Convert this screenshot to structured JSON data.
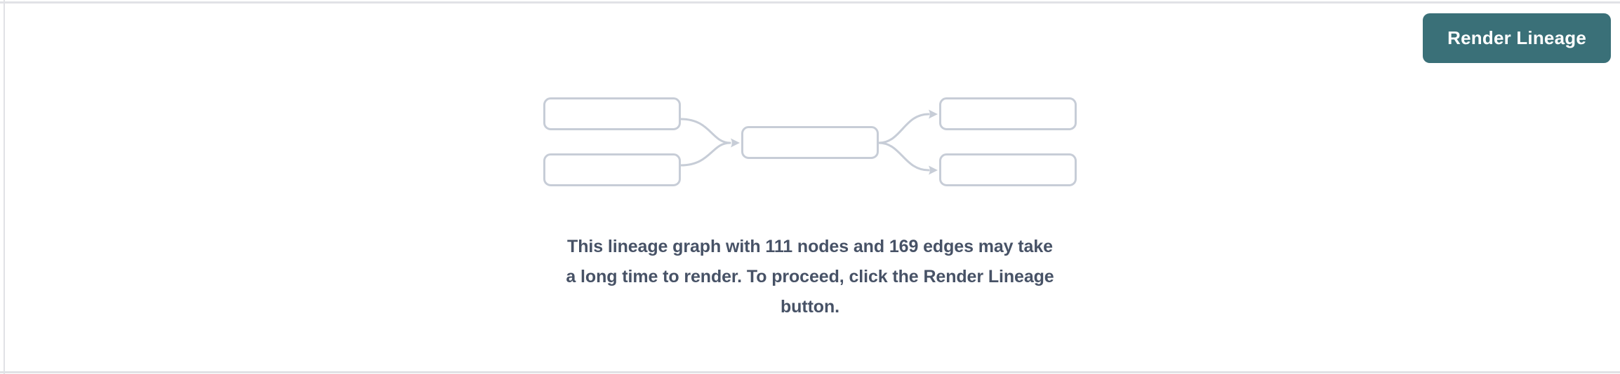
{
  "toolbar": {
    "render_button_label": "Render Lineage"
  },
  "message": {
    "lines": [
      "This lineage graph with 111 nodes and 169 edges may take",
      "a long time to render. To proceed, click the Render Lineage",
      "button."
    ],
    "node_count": "111",
    "edge_count": "169"
  },
  "illustration": {
    "name": "lineage-graph-placeholder",
    "left_nodes": 2,
    "middle_nodes": 1,
    "right_nodes": 2
  },
  "theme": {
    "button_bg": "#3a7078",
    "button_label_color": "#ffffff",
    "diagram_stroke": "#c7cdd7",
    "message_color": "#475266",
    "panel_border": "#e1e2e6",
    "panel_bg": "#ffffff"
  }
}
